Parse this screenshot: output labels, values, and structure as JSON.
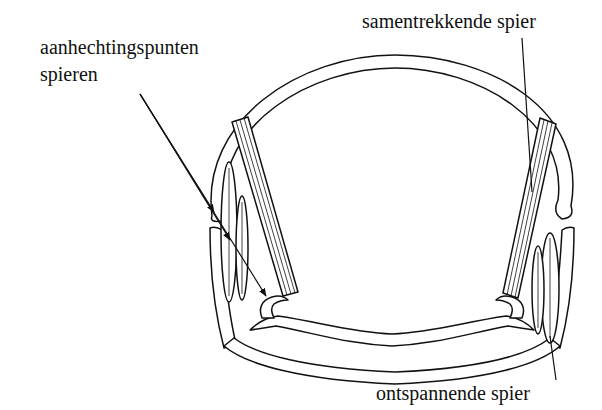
{
  "diagram": {
    "labels": [
      "aanhechtingspunten spieren",
      "samentrekkende spier",
      "ontspannende spier"
    ]
  }
}
